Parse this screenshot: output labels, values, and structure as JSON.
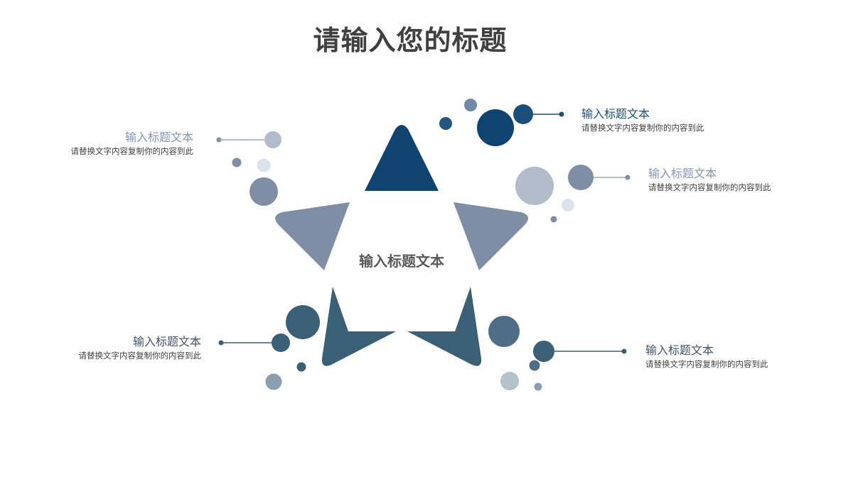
{
  "title": "请输入您的标题",
  "center_label": "输入标题文本",
  "colors": {
    "dark_navy": "#0f4470",
    "slate": "#7d8ea5",
    "steel": "#3a6077",
    "light_slate": "#b2bccb",
    "pale": "#dde1e9"
  },
  "items": [
    {
      "position": "top-right",
      "heading": "输入标题文本",
      "description": "请替换文字内容复制你的内容到此",
      "heading_color": "#1f4e79"
    },
    {
      "position": "top-left",
      "heading": "输入标题文本",
      "description": "请替换文字内容复制你的内容到此",
      "heading_color": "#8497b0"
    },
    {
      "position": "middle-right",
      "heading": "输入标题文本",
      "description": "请替换文字内容复制你的内容到此",
      "heading_color": "#8497b0"
    },
    {
      "position": "bottom-left",
      "heading": "输入标题文本",
      "description": "请替换文字内容复制你的内容到此",
      "heading_color": "#44546a"
    },
    {
      "position": "bottom-right",
      "heading": "输入标题文本",
      "description": "请替换文字内容复制你的内容到此",
      "heading_color": "#44546a"
    }
  ]
}
